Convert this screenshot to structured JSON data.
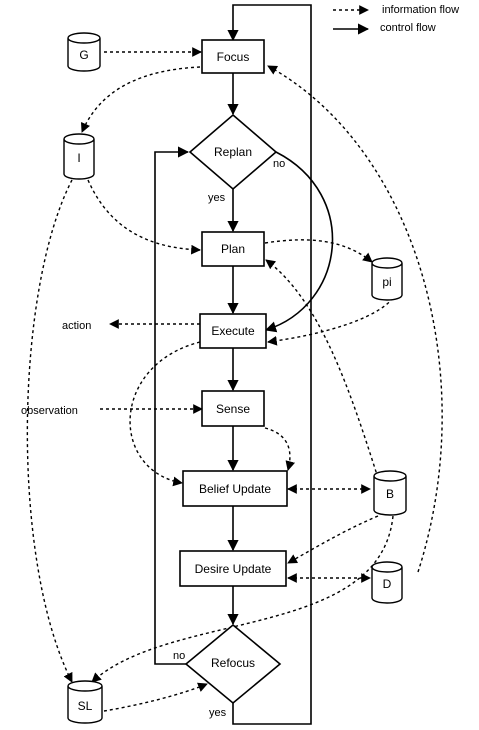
{
  "legend": {
    "information_flow": "information flow",
    "control_flow": "control flow"
  },
  "boxes": {
    "focus": "Focus",
    "plan": "Plan",
    "execute": "Execute",
    "sense": "Sense",
    "belief_update": "Belief Update",
    "desire_update": "Desire Update"
  },
  "decisions": {
    "replan": "Replan",
    "refocus": "Refocus"
  },
  "stores": {
    "g": "G",
    "i": "I",
    "pi": "pi",
    "b": "B",
    "d": "D",
    "sl": "SL"
  },
  "labels": {
    "replan_yes": "yes",
    "replan_no": "no",
    "refocus_no": "no",
    "refocus_yes": "yes",
    "action": "action",
    "observation": "observation"
  },
  "colors": {
    "stroke": "#000000",
    "background": "#ffffff"
  }
}
